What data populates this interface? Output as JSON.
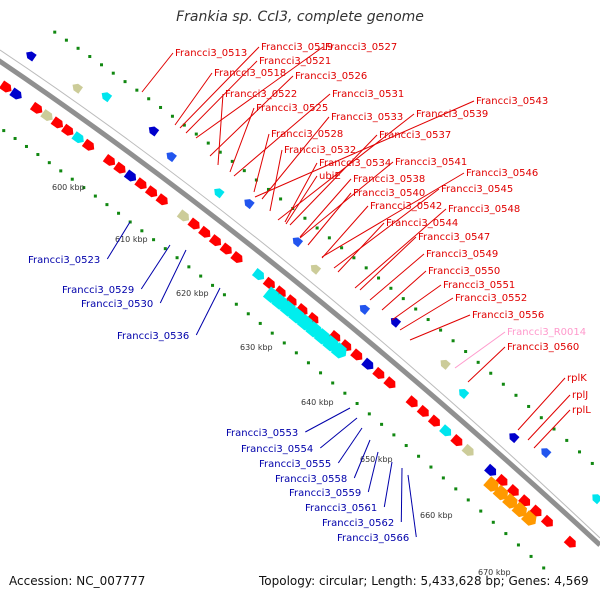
{
  "title": "Frankia sp. CcI3, complete genome",
  "accession": "Accession: NC_007777",
  "topology": "Topology: circular; Length: 5,433,628 bp; Genes: 4,569",
  "colors": {
    "backbone": "#909090",
    "forward_label": "#e00000",
    "reverse_label": "#0000aa",
    "rna_label": "#ff99cc",
    "cds": "#ff0000",
    "tick": "#118811"
  },
  "kbp_labels": [
    "600 kbp",
    "610 kbp",
    "620 kbp",
    "630 kbp",
    "640 kbp",
    "650 kbp",
    "660 kbp",
    "670 kbp"
  ],
  "forward_genes": [
    "Francci3_0513",
    "Francci3_0519",
    "Francci3_0527",
    "Francci3_0521",
    "Francci3_0518",
    "Francci3_0526",
    "Francci3_0522",
    "Francci3_0531",
    "Francci3_0543",
    "Francci3_0525",
    "Francci3_0533",
    "Francci3_0539",
    "Francci3_0528",
    "Francci3_0537",
    "Francci3_0532",
    "Francci3_0534",
    "Francci3_0541",
    "ubiE",
    "Francci3_0538",
    "Francci3_0546",
    "Francci3_0540",
    "Francci3_0545",
    "Francci3_0542",
    "Francci3_0548",
    "Francci3_0544",
    "Francci3_0547",
    "Francci3_0549",
    "Francci3_0550",
    "Francci3_0551",
    "Francci3_0552",
    "Francci3_0556",
    "Francci3_R0014",
    "Francci3_0560",
    "rplK",
    "rplJ",
    "rplL"
  ],
  "reverse_genes": [
    "Francci3_0523",
    "Francci3_0529",
    "Francci3_0530",
    "Francci3_0536",
    "Francci3_0553",
    "Francci3_0554",
    "Francci3_0555",
    "Francci3_0558",
    "Francci3_0559",
    "Francci3_0561",
    "Francci3_0562",
    "Francci3_0566"
  ]
}
